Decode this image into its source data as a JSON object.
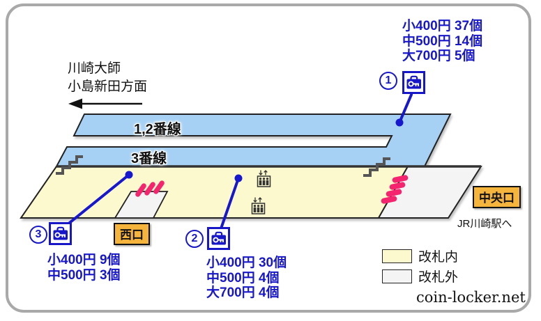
{
  "map": {
    "direction": {
      "line1": "川崎大師",
      "line2": "小島新田方面"
    },
    "platforms": {
      "p12": "1,2番線",
      "p3": "3番線"
    },
    "exits": {
      "west": "西口",
      "central": "中央口",
      "jr_note": "JR川崎駅へ"
    }
  },
  "lockers": [
    {
      "num": "1",
      "prices": [
        "小400円 37個",
        "中500円 14個",
        "大700円 5個"
      ]
    },
    {
      "num": "2",
      "prices": [
        "小400円 30個",
        "中500円 4個",
        "大700円 4個"
      ]
    },
    {
      "num": "3",
      "prices": [
        "小400円 9個",
        "中500円 3個"
      ]
    }
  ],
  "legend": {
    "inside": "改札内",
    "outside": "改札外"
  },
  "credit": "coin-locker.net",
  "icons": {
    "locker": "locker-key-icon",
    "stairs": "stairs-icon",
    "elevator": "elevator-icon",
    "ticket_gate": "ticket-gate-icon",
    "direction_arrow": "arrow-left-icon",
    "pointer": "pointer-line-dot"
  },
  "colors": {
    "platform_blue": "#a6d1f4",
    "inside_yellow": "#fbf9cd",
    "outside_white": "#f4f4f4",
    "gate_pink": "#f5246e",
    "locker_blue": "#1717c8",
    "badge_orange": "#f5b43c",
    "frame_gray": "#a9a9a9"
  }
}
